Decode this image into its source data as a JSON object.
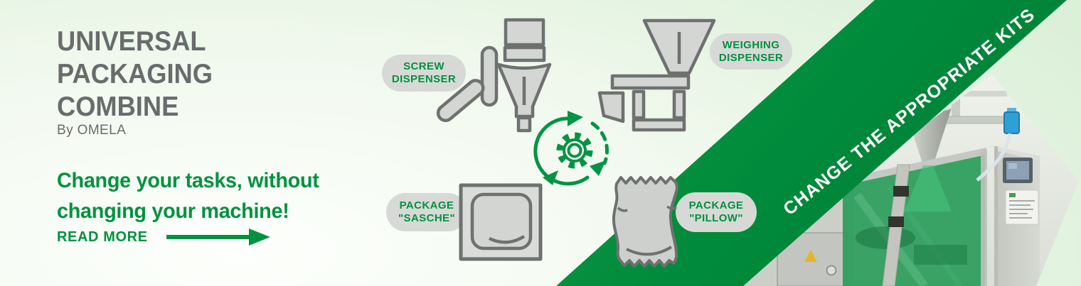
{
  "banner": {
    "title_lines": [
      "UNIVERSAL",
      "PACKAGING",
      "COMBINE"
    ],
    "byline": "By OMELA",
    "tagline_lines": [
      "Change your tasks, without",
      "changing your machine!"
    ],
    "read_more_label": "READ MORE",
    "ribbon_text": "CHANGE THE APPROPRIATE KITS",
    "labels": {
      "screw": [
        "SCREW",
        "DISPENSER"
      ],
      "weighing": [
        "WEIGHING",
        "DISPENSER"
      ],
      "sasche": [
        "PACKAGE",
        "\"SASCHE\""
      ],
      "pillow": [
        "PACKAGE",
        "\"PILLOW\""
      ]
    },
    "icons": {
      "screw_dispenser": "screw-dispenser-icon",
      "weighing_dispenser": "weighing-dispenser-icon",
      "gear_sync": "gear-sync-icon",
      "package_sasche": "sasche-package-icon",
      "package_pillow": "pillow-package-icon",
      "read_more_arrow": "arrow-right-icon"
    },
    "colors": {
      "accent_green": "#00923f",
      "ribbon_green_light": "#3cb257",
      "ribbon_green_dark": "#007a34",
      "ribbon_text_color": "#ffffff",
      "title_gray": "#6a6b6d",
      "icon_fill_gray": "#d4d6d3",
      "icon_stroke_gray": "#6f7170",
      "pill_bg": "#d7d9d6"
    }
  }
}
